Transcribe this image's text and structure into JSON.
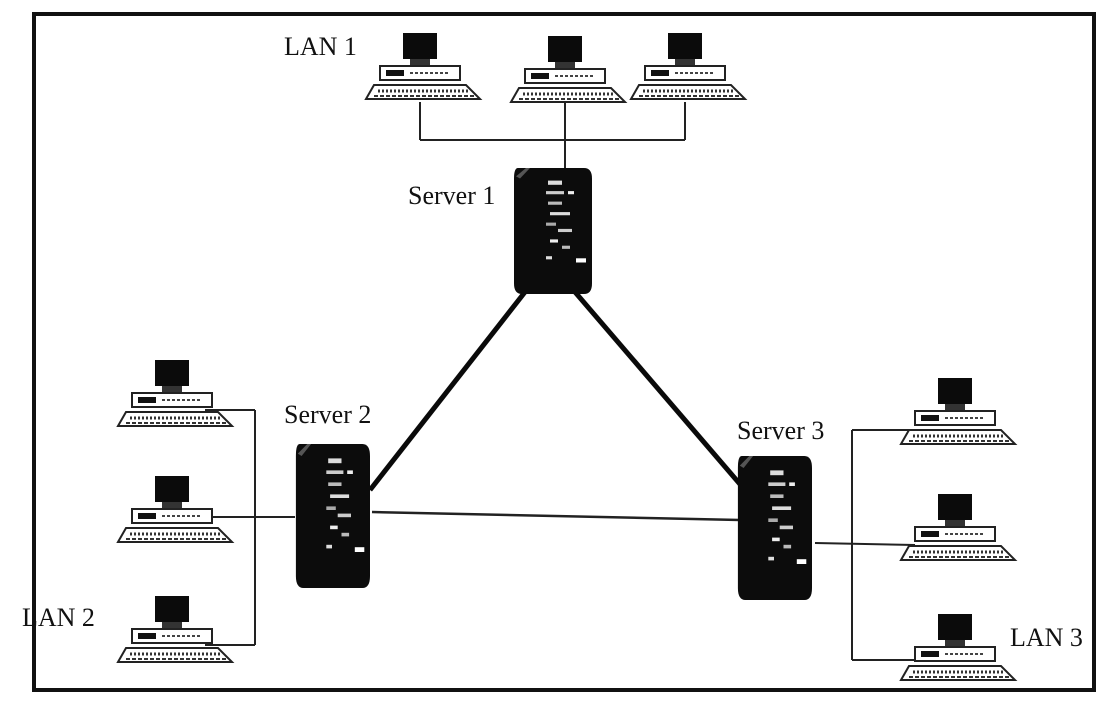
{
  "labels": {
    "lan1": "LAN 1",
    "lan2": "LAN 2",
    "lan3": "LAN 3",
    "server1": "Server 1",
    "server2": "Server 2",
    "server3": "Server 3"
  },
  "networks": [
    {
      "name": "LAN 1",
      "server": "Server 1",
      "workstations": 3
    },
    {
      "name": "LAN 2",
      "server": "Server 2",
      "workstations": 3
    },
    {
      "name": "LAN 3",
      "server": "Server 3",
      "workstations": 3
    }
  ],
  "links": [
    {
      "from": "Server 1",
      "to": "Server 2"
    },
    {
      "from": "Server 1",
      "to": "Server 3"
    },
    {
      "from": "Server 2",
      "to": "Server 3"
    }
  ],
  "icons": {
    "workstation": "desktop-computer-icon",
    "server": "server-tower-icon"
  }
}
